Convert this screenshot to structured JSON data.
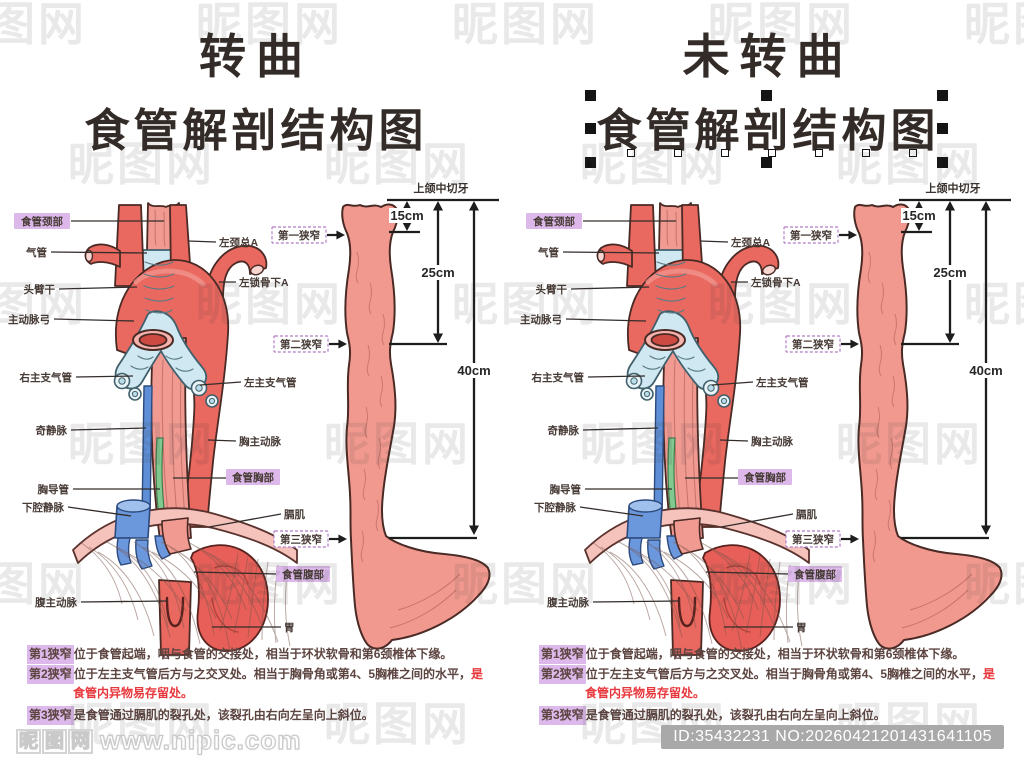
{
  "watermark_text": "昵图网",
  "panels": [
    {
      "title_top": "转曲",
      "title_main": "食管解剖结构图",
      "selected": false
    },
    {
      "title_top": "未转曲",
      "title_main": "食管解剖结构图",
      "selected": true
    }
  ],
  "labels": {
    "esophagus_neck": "食管颈部",
    "trachea": "气管",
    "brachiocephalic_trunk": "头臂干",
    "aortic_arch": "主动脉弓",
    "right_main_bronchus": "右主支气管",
    "azygos_vein": "奇静脉",
    "thoracic_duct": "胸导管",
    "inferior_vena_cava": "下腔静脉",
    "abdominal_aorta": "腹主动脉",
    "left_common_carotid": "左颈总A",
    "left_subclavian": "左锁骨下A",
    "left_main_bronchus": "左主支气管",
    "thoracic_aorta": "胸主动脉",
    "esophagus_thoracic": "食管胸部",
    "diaphragm": "膈肌",
    "esophagus_abdominal": "食管腹部",
    "stomach": "胃",
    "constriction_1": "第一狭窄",
    "constriction_2": "第二狭窄",
    "constriction_3": "第三狭窄",
    "upper_incisor": "上颌中切牙",
    "dist_15": "15cm",
    "dist_25": "25cm",
    "dist_40": "40cm"
  },
  "notes": [
    {
      "chip": "第1狭窄",
      "segments": [
        {
          "text": "位于食管起端，咽与食管的交接处，相当于环状软骨和第6颈椎体下缘。",
          "emphasis": false
        }
      ]
    },
    {
      "chip": "第2狭窄",
      "segments": [
        {
          "text": "位于左主支气管后方与之交叉处。相当于胸骨角或第4、5胸椎之间的水平，",
          "emphasis": false
        },
        {
          "text": "是食管内异物易存留处。",
          "emphasis": true
        }
      ]
    },
    {
      "chip": "第3狭窄",
      "segments": [
        {
          "text": "是食管通过膈肌的裂孔处，该裂孔由右向左呈向上斜位。",
          "emphasis": false
        }
      ]
    }
  ],
  "footer": {
    "logo": "昵图网",
    "url": "www.nipic.com",
    "id_badge": "ID:35432231 NO:20260421201431641105"
  },
  "colors": {
    "aorta_red": "#e9685f",
    "esophagus_pink": "#f19a92",
    "trachea_blue": "#cfe8f1",
    "vein_blue": "#5e8fd6",
    "duct_green": "#82c98f",
    "stomach_red": "#e75f58",
    "diaphragm_pink": "#f6c3bc",
    "highlight_purple": "#dcb9ea",
    "emphasis_red": "#e8383d",
    "badge_gray": "#a9a9a9"
  }
}
